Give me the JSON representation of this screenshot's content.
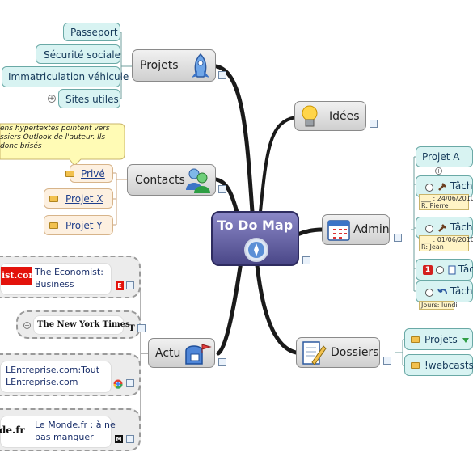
{
  "center": {
    "title": "To Do Map"
  },
  "branches": {
    "projets": {
      "label": "Projets",
      "items": [
        "Passeport",
        "Sécurité sociale",
        "Immatriculation véhicule",
        "Sites utiles"
      ]
    },
    "idees": {
      "label": "Idées"
    },
    "contacts": {
      "label": "Contacts",
      "callout": "ens hypertextes pointent vers\nssiers Outlook de l'auteur. Ils\ndonc brisés",
      "items": [
        "Privé",
        "Projet X",
        "Projet Y"
      ]
    },
    "admin": {
      "label": "Admin",
      "project": "Projet A",
      "tasks": [
        {
          "label": "Tâche",
          "date": "___ : 24/06/2010",
          "resource": "R: Pierre"
        },
        {
          "label": "Tâche",
          "date": "___ : 01/06/2010",
          "resource": "R: Jean"
        },
        {
          "label": "Tâc",
          "priority": "1"
        },
        {
          "label": "Tâche",
          "recurrence": "Jours: lundi"
        }
      ]
    },
    "actu": {
      "label": "Actu",
      "items": [
        {
          "logo": "ist.com",
          "text": "The Economist:\nBusiness",
          "badge": "E"
        },
        {
          "logo": "The New York Times",
          "text": "",
          "badge": "T"
        },
        {
          "logo": "",
          "text": "LEntreprise.com:Tout\nLEntreprise.com",
          "badge": ""
        },
        {
          "logo": "de.fr",
          "text": "Le Monde.fr : à ne\npas manquer",
          "badge": "M"
        }
      ]
    },
    "dossiers": {
      "label": "Dossiers",
      "items": [
        "Projets",
        "!webcasts"
      ]
    }
  },
  "colors": {
    "center": "#5b58a0",
    "branch_line": "#1a1a1a",
    "cyan_box": "#d8f3f2",
    "peach_box": "#fdf0e0",
    "economist_red": "#e3120b"
  },
  "icons": {
    "projets": "rocket-icon",
    "idees": "lightbulb-icon",
    "contacts": "people-icon",
    "admin": "calendar-icon",
    "actu": "mailbox-icon",
    "dossiers": "document-pencil-icon",
    "center": "compass-icon"
  }
}
